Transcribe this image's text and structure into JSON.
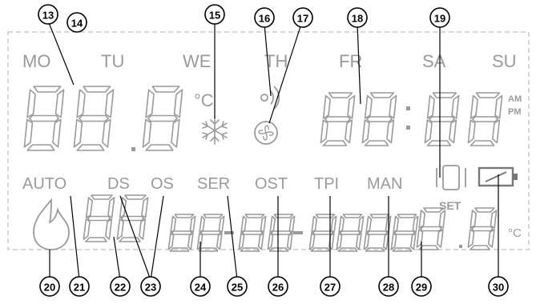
{
  "colors": {
    "segment": "#9a9a9a",
    "callout": "#000000",
    "background": "#ffffff"
  },
  "days": [
    "MO",
    "TU",
    "WE",
    "TH",
    "FR",
    "SA",
    "SU"
  ],
  "temperature_unit": "°C",
  "am_label": "AM",
  "pm_label": "PM",
  "set_label": "SET",
  "mode_labels": {
    "auto": "AUTO",
    "ds": "DS",
    "os": "OS",
    "ser": "SER",
    "ost": "OST",
    "tpi": "TPI",
    "man": "MAN"
  },
  "icons": [
    "snowflake-icon",
    "cooling-fan-icon",
    "heating-flame-icon",
    "battery-icon",
    "signal-icon",
    "window-icon"
  ],
  "callouts": [
    "13",
    "14",
    "15",
    "16",
    "17",
    "18",
    "19",
    "20",
    "21",
    "22",
    "23",
    "24",
    "25",
    "26",
    "27",
    "28",
    "29",
    "30"
  ]
}
